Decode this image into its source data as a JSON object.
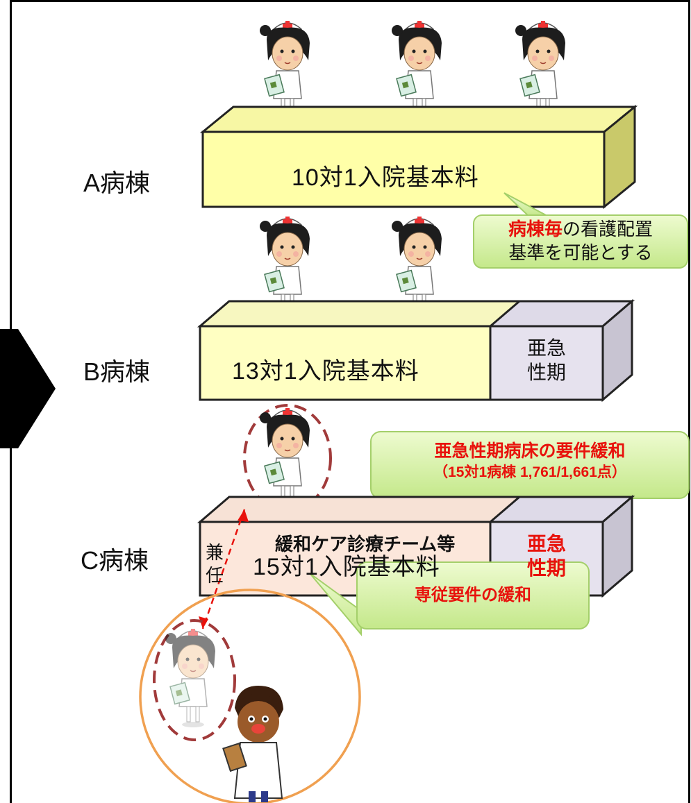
{
  "wards": [
    {
      "label": "A病棟",
      "basic_fee": "10対1入院基本料"
    },
    {
      "label": "B病棟",
      "basic_fee": "13対1入院基本料",
      "subacute_line1": "亜急",
      "subacute_line2": "性期"
    },
    {
      "label": "C病棟",
      "basic_fee": "15対1入院基本料",
      "subacute_line1": "亜急",
      "subacute_line2": "性期",
      "concurrent_line1": "兼",
      "concurrent_line2": "任"
    }
  ],
  "callouts": {
    "staffing": {
      "highlight": "病棟毎",
      "rest_line1": "の看護配置",
      "line2": "基準を可能とする"
    },
    "subacute": {
      "line1": "亜急性期病床の要件緩和",
      "line2": "（15対1病棟 1,761/1,661点）"
    },
    "exclusive": {
      "text": "専従要件の緩和"
    }
  },
  "care_team": {
    "label": "緩和ケア診療チーム等"
  },
  "colors": {
    "box_a_front": "#ffffa6",
    "box_a_top": "#f6f6a0",
    "box_a_side": "#cccc66",
    "box_b_front": "#ffffc0",
    "box_c_front": "#fce7db",
    "subacute_box": "#e6e2ee",
    "callout_fill": "#d7f0a8",
    "callout_stroke": "#a4cf6a",
    "accent_red": "#e8120c",
    "dashed_circle": "#a13a3a",
    "team_circle": "#f0a050"
  }
}
